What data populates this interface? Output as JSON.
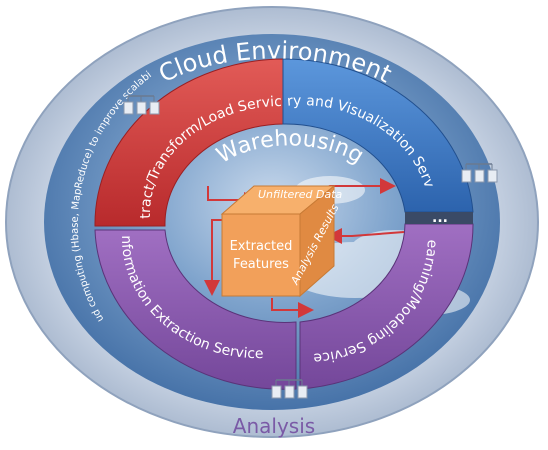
{
  "cloud": {
    "title": "Cloud Environment",
    "side_text": "Cloud computing (Hbase, MapReduce) to improve scalability"
  },
  "services": {
    "etl": "Extract/Transform/Load Services",
    "query": "Query and Visualization Services",
    "learning": "Learning/Modeling Services",
    "info": "Information Extraction Services"
  },
  "warehouse": {
    "title": "Warehousing",
    "cube_top": "Unfiltered Data",
    "cube_front_line1": "Extracted",
    "cube_front_line2": "Features",
    "cube_side": "Analysis Results"
  },
  "ellipsis": "...",
  "bottom": {
    "title": "Analysis"
  },
  "colors": {
    "outer_ring": "#c8d4e6",
    "sky": "#4a7fb8",
    "red_ring": "#d2383a",
    "blue_ring": "#3a78c8",
    "purple_ring": "#8a5cae",
    "cube_front": "#f2a05a",
    "cube_top": "#f7b06c",
    "cube_side": "#e08a42",
    "arrow": "#d2383a",
    "bottom_text": "#7a5aa6"
  },
  "icons": [
    "server-cluster-icon",
    "server-cluster-icon",
    "server-cluster-icon"
  ]
}
